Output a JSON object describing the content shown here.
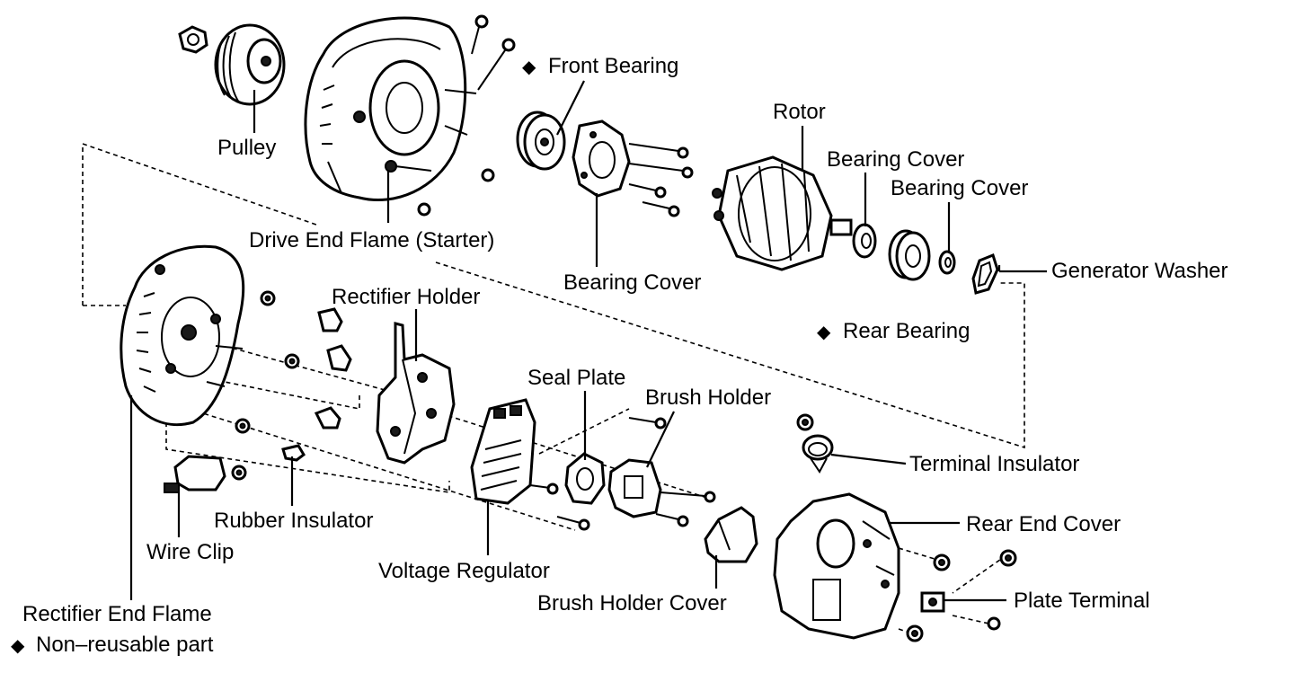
{
  "diagram": {
    "labels": {
      "pulley": "Pulley",
      "drive_end_frame": "Drive End Flame (Starter)",
      "front_bearing": "Front Bearing",
      "bearing_cover_front": "Bearing Cover",
      "rotor": "Rotor",
      "bearing_cover_1": "Bearing Cover",
      "bearing_cover_2": "Bearing Cover",
      "generator_washer": "Generator Washer",
      "rear_bearing": "Rear Bearing",
      "rectifier_holder": "Rectifier Holder",
      "seal_plate": "Seal Plate",
      "brush_holder": "Brush Holder",
      "terminal_insulator": "Terminal Insulator",
      "rear_end_cover": "Rear End Cover",
      "plate_terminal": "Plate Terminal",
      "rubber_insulator": "Rubber Insulator",
      "wire_clip": "Wire Clip",
      "voltage_regulator": "Voltage Regulator",
      "brush_holder_cover": "Brush Holder Cover",
      "rectifier_end_frame": "Rectifier End Flame",
      "legend": "Non–reusable part"
    },
    "marker_symbol": "◆"
  }
}
